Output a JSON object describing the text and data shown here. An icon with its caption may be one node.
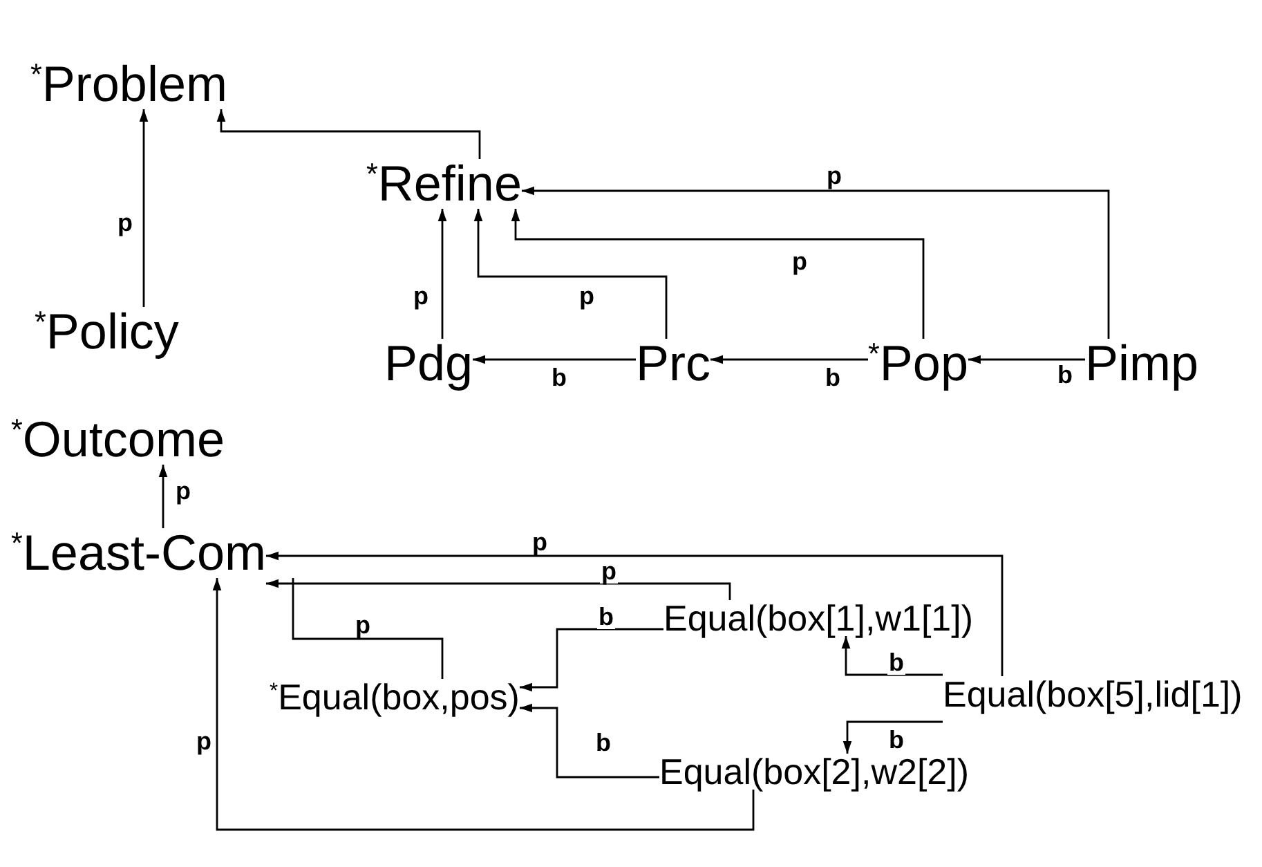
{
  "diagram": {
    "nodes": [
      {
        "text": [
          "$^{*}$Problem"
        ]
      },
      {
        "text": [
          "$^{*}$Refine"
        ]
      },
      {
        "text": [
          "$^{*}$Policy"
        ]
      },
      {
        "text": [
          "Pdg"
        ]
      },
      {
        "text": [
          "Prc"
        ]
      },
      {
        "text": [
          "$^{*}$Pop"
        ]
      },
      {
        "text": [
          "Pimp"
        ]
      },
      {
        "text": [
          "$^{*}$Outcome"
        ]
      },
      {
        "text": [
          "$^{*}$Least-Com"
        ]
      },
      {
        "text": [
          "$^{*}$Equal(box,pos)"
        ]
      },
      {
        "text": [
          "Equal(box[1],w1[1])"
        ]
      },
      {
        "text": [
          "Equal(box[5],lid[1])"
        ]
      },
      {
        "text": [
          "Equal(box[2],w2[2])"
        ]
      }
    ],
    "edges": [
      {
        "from": 2,
        "to": 0,
        "arrow": "to",
        "label": "p"
      },
      {
        "from": 1,
        "to": 0,
        "arrow": "to"
      },
      {
        "from": 3,
        "to": 1,
        "arrow": "to",
        "label": "p"
      },
      {
        "from": 4,
        "to": 1,
        "arrow": "to",
        "label": "p"
      },
      {
        "from": 5,
        "to": 1,
        "arrow": "to",
        "label": "p"
      },
      {
        "from": 6,
        "to": 1,
        "arrow": "to",
        "label": "p"
      },
      {
        "from": 4,
        "to": 3,
        "arrow": "to",
        "label": "b"
      },
      {
        "from": 5,
        "to": 4,
        "arrow": "to",
        "label": "b"
      },
      {
        "from": 6,
        "to": 5,
        "arrow": "to",
        "label": "b"
      },
      {
        "from": 8,
        "to": 7,
        "arrow": "to",
        "label": "p"
      },
      {
        "from": 11,
        "to": 8,
        "arrow": "to",
        "label": "p"
      },
      {
        "from": 10,
        "to": 8,
        "arrow": "to",
        "label": "p"
      },
      {
        "from": 9,
        "to": 8,
        "arrow": "none",
        "label": "p"
      },
      {
        "from": 10,
        "to": 9,
        "arrow": "to",
        "label": "b"
      },
      {
        "from": 12,
        "to": 9,
        "arrow": "to",
        "label": "b"
      },
      {
        "from": 11,
        "to": 10,
        "arrow": "to",
        "label": "b"
      },
      {
        "from": 11,
        "to": 12,
        "arrow": "to",
        "label": "b"
      },
      {
        "from": 12,
        "to": 8,
        "arrow": "to",
        "label": "p"
      }
    ]
  }
}
